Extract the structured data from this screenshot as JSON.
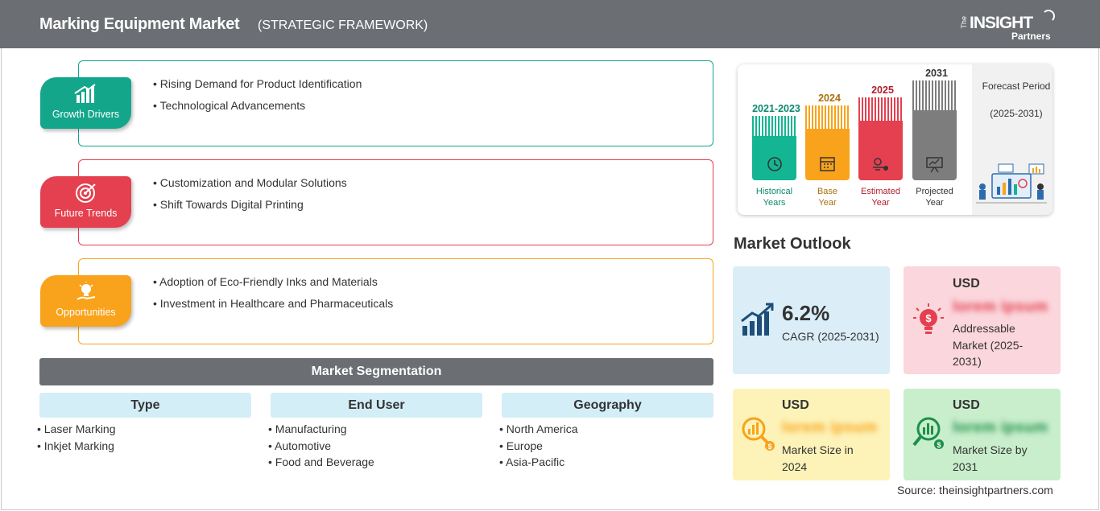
{
  "header": {
    "title": "Marking Equipment Market",
    "subtitle": "(STRATEGIC FRAMEWORK)",
    "logo": {
      "the": "The",
      "insight": "INSIGHT",
      "partners": "Partners"
    }
  },
  "cards": [
    {
      "label": "Growth Drivers",
      "color": "#14a68a",
      "items": [
        "Rising Demand for Product Identification",
        "Technological Advancements"
      ]
    },
    {
      "label": "Future Trends",
      "color": "#e4404f",
      "items": [
        "Customization and Modular Solutions",
        "Shift Towards Digital Printing"
      ]
    },
    {
      "label": "Opportunities",
      "color": "#f8a31b",
      "items": [
        "Adoption of Eco-Friendly Inks and Materials",
        "Investment in Healthcare and Pharmaceuticals"
      ]
    }
  ],
  "segmentation": {
    "title": "Market Segmentation",
    "columns": [
      {
        "head": "Type",
        "items": [
          "Laser Marking",
          "Inkjet Marking"
        ]
      },
      {
        "head": "End User",
        "items": [
          "Manufacturing",
          "Automotive",
          "Food and Beverage"
        ]
      },
      {
        "head": "Geography",
        "items": [
          "North America",
          "Europe",
          "Asia-Pacific"
        ]
      }
    ]
  },
  "timeline": {
    "columns": [
      {
        "year": "2021-2023",
        "caption": [
          "Historical",
          "Years"
        ],
        "color": "#14b592",
        "text_color": "#0d8a6f"
      },
      {
        "year": "2024",
        "caption": [
          "Base",
          "Year"
        ],
        "color": "#f8a31b",
        "text_color": "#a9710a"
      },
      {
        "year": "2025",
        "caption": [
          "Estimated",
          "Year"
        ],
        "color": "#e4404f",
        "text_color": "#b0202f"
      },
      {
        "year": "2031",
        "caption": [
          "Projected",
          "Year"
        ],
        "color": "#7d7d7d",
        "text_color": "#333333"
      }
    ],
    "forecast": {
      "label": "Forecast Period",
      "years": "(2025-2031)"
    }
  },
  "outlook": {
    "title": "Market Outlook",
    "cagr": {
      "value": "6.2%",
      "label": "CAGR (2025-2031)",
      "bg": "#dbeef8"
    },
    "addressable": {
      "usd": "USD",
      "value": "lorem ipsum",
      "label": [
        "Addressable",
        "Market (2025-",
        "2031)"
      ],
      "bg": "#fbd6dc"
    },
    "size2024": {
      "usd": "USD",
      "value": "lorem ipsum",
      "label": [
        "Market Size in",
        "2024"
      ],
      "bg": "#fdf3b8"
    },
    "size2031": {
      "usd": "USD",
      "value": "lorem ipsum",
      "label": [
        "Market Size by",
        "2031"
      ],
      "bg": "#c8eecb"
    }
  },
  "source": "Source: theinsightpartners.com"
}
